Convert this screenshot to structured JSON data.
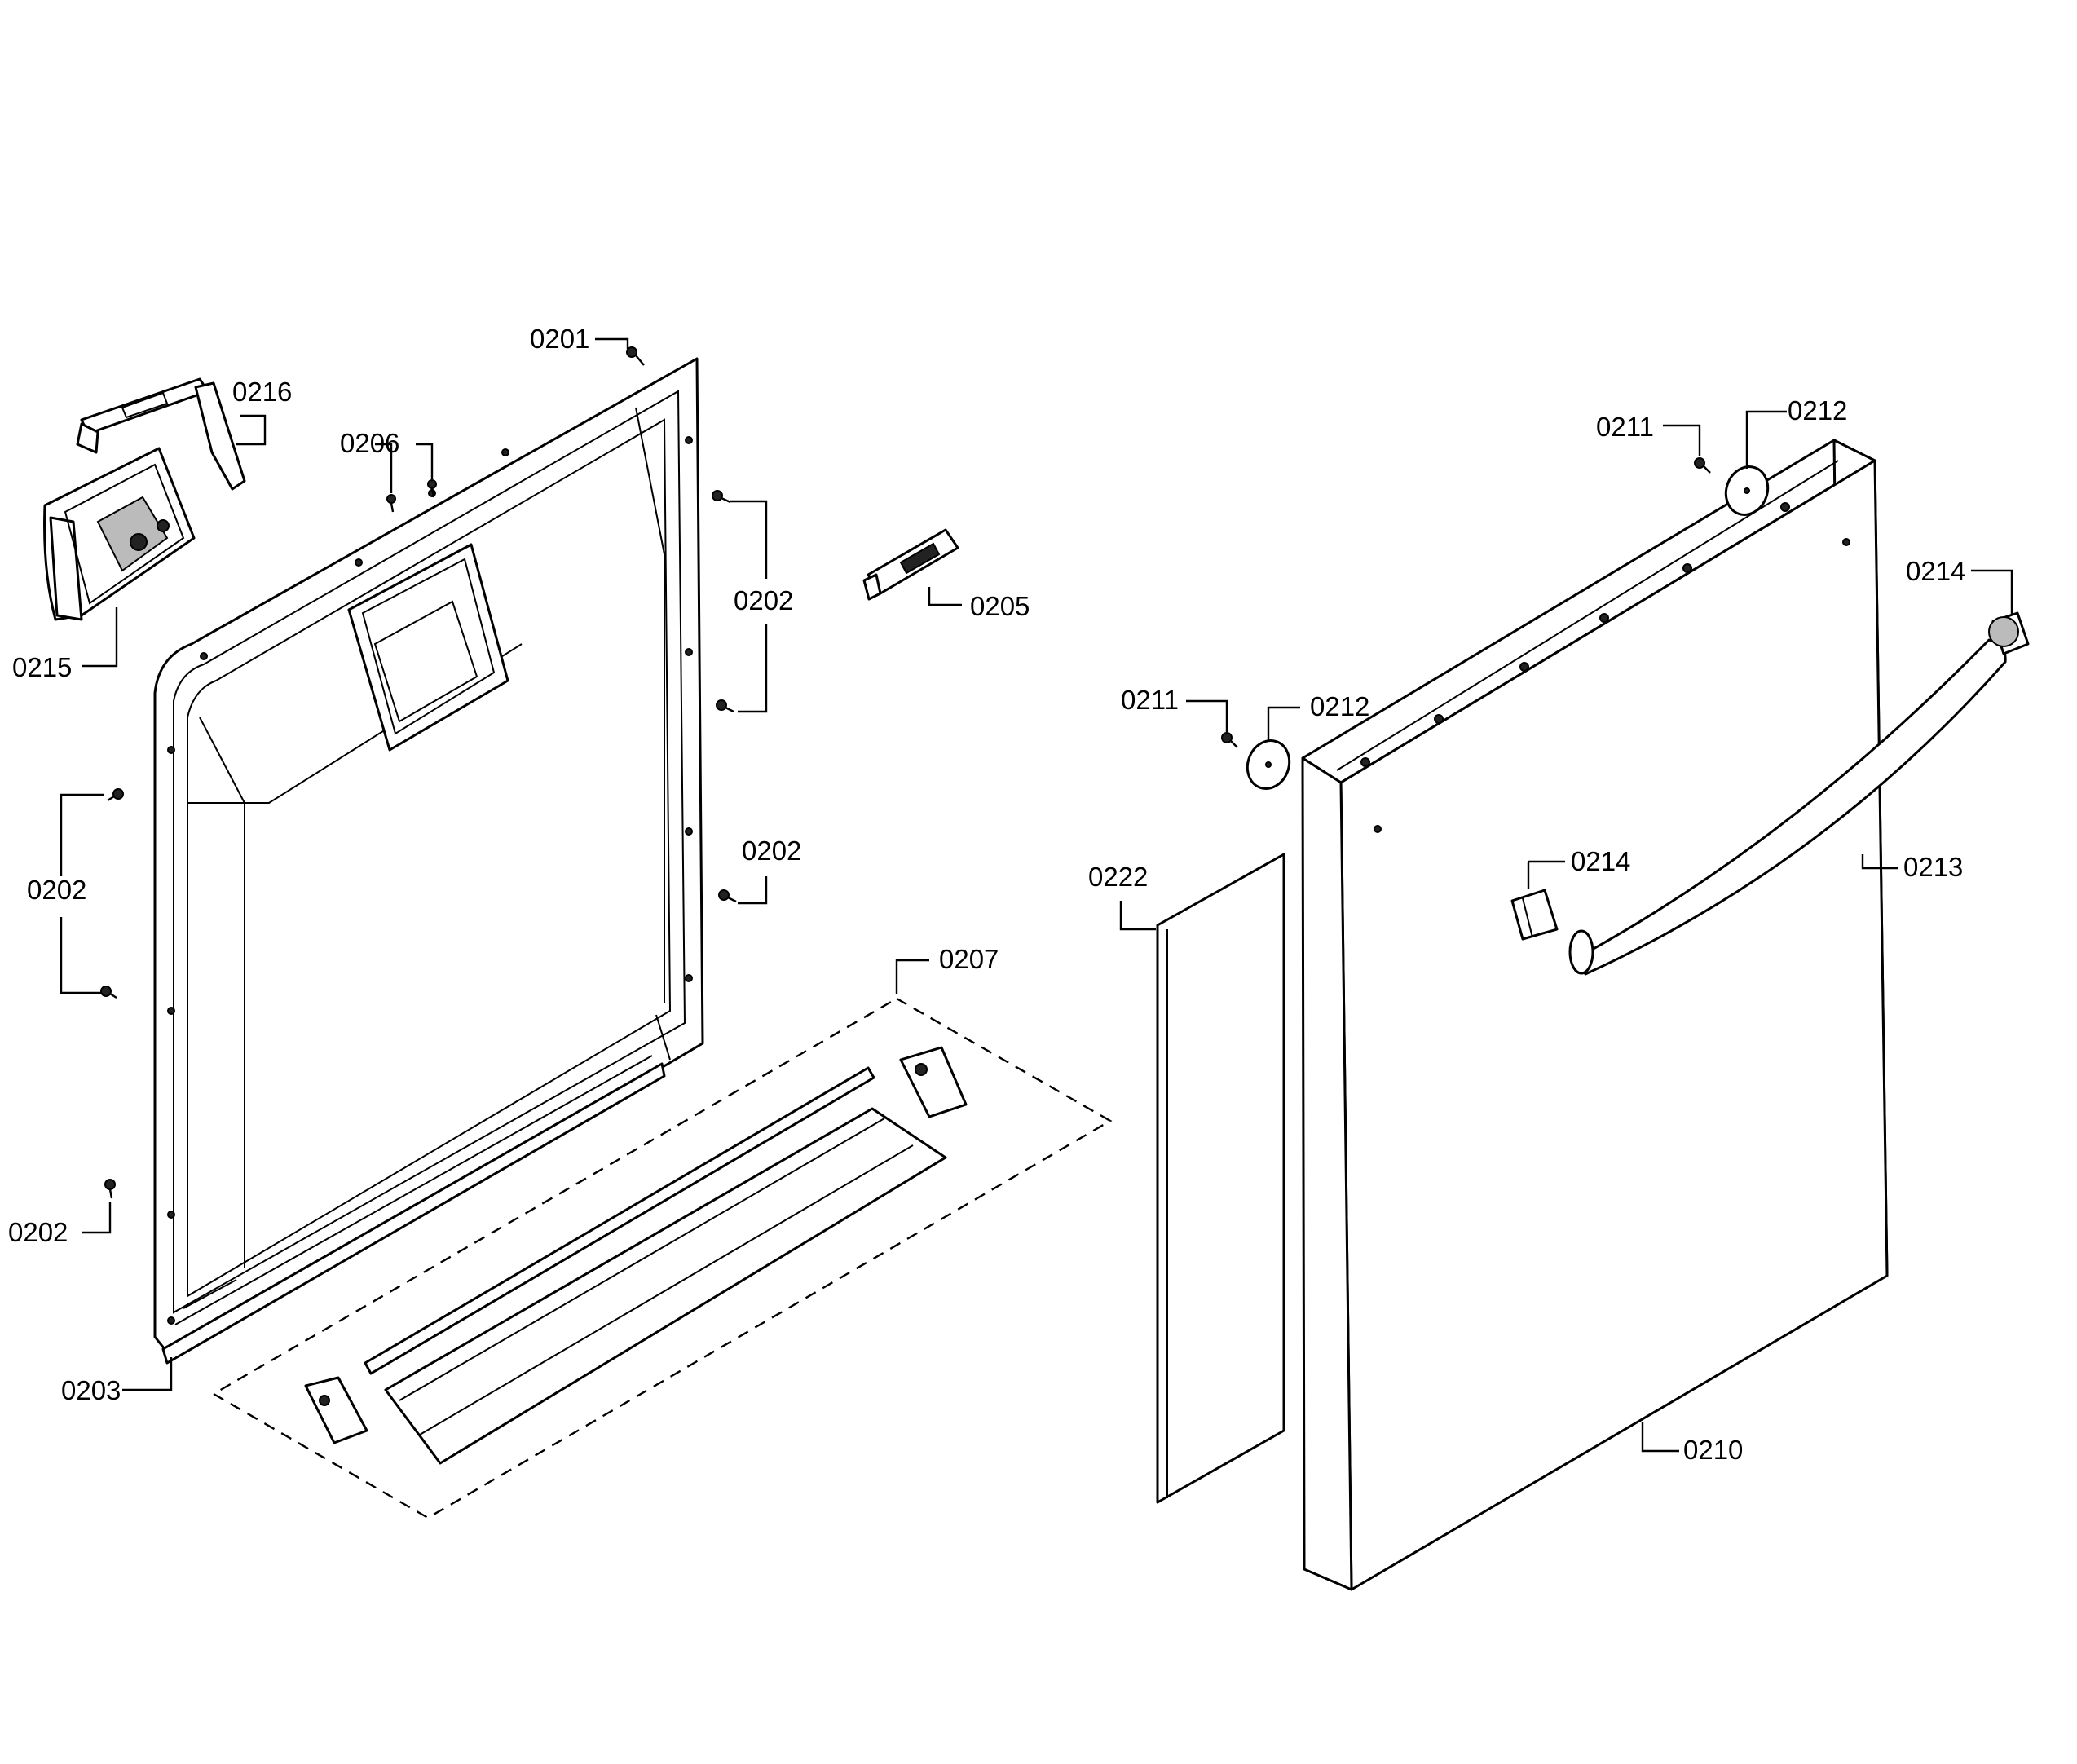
{
  "labels": {
    "p0201": "0201",
    "p0202": "0202",
    "p0203": "0203",
    "p0205": "0205",
    "p0206": "0206",
    "p0207": "0207",
    "p0210": "0210",
    "p0211": "0211",
    "p0212": "0212",
    "p0213": "0213",
    "p0214": "0214",
    "p0215": "0215",
    "p0216": "0216",
    "p0222": "0222"
  }
}
